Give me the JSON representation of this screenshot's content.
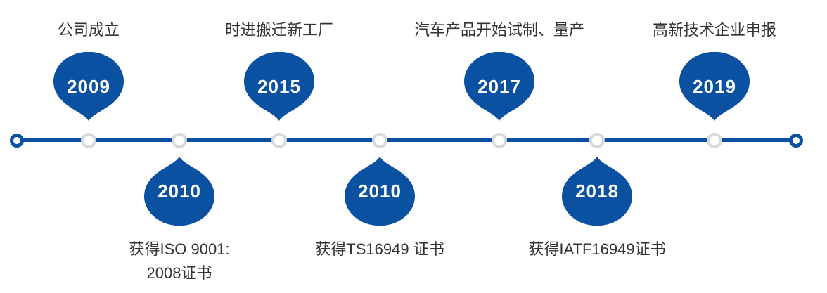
{
  "timeline": {
    "accent_color": "#0b51a1",
    "node_border_color": "#d9d9d9",
    "label_color": "#333333",
    "events": [
      {
        "year": "2009",
        "label": "公司成立",
        "side": "top"
      },
      {
        "year": "2010",
        "label": "获得ISO 9001:\n2008证书",
        "side": "bottom"
      },
      {
        "year": "2015",
        "label": "时进搬迁新工厂",
        "side": "top"
      },
      {
        "year": "2010",
        "label": "获得TS16949 证书",
        "side": "bottom"
      },
      {
        "year": "2017",
        "label": "汽车产品开始试制、量产",
        "side": "top"
      },
      {
        "year": "2018",
        "label": "获得IATF16949证书",
        "side": "bottom"
      },
      {
        "year": "2019",
        "label": "高新技术企业申报",
        "side": "top"
      }
    ]
  }
}
